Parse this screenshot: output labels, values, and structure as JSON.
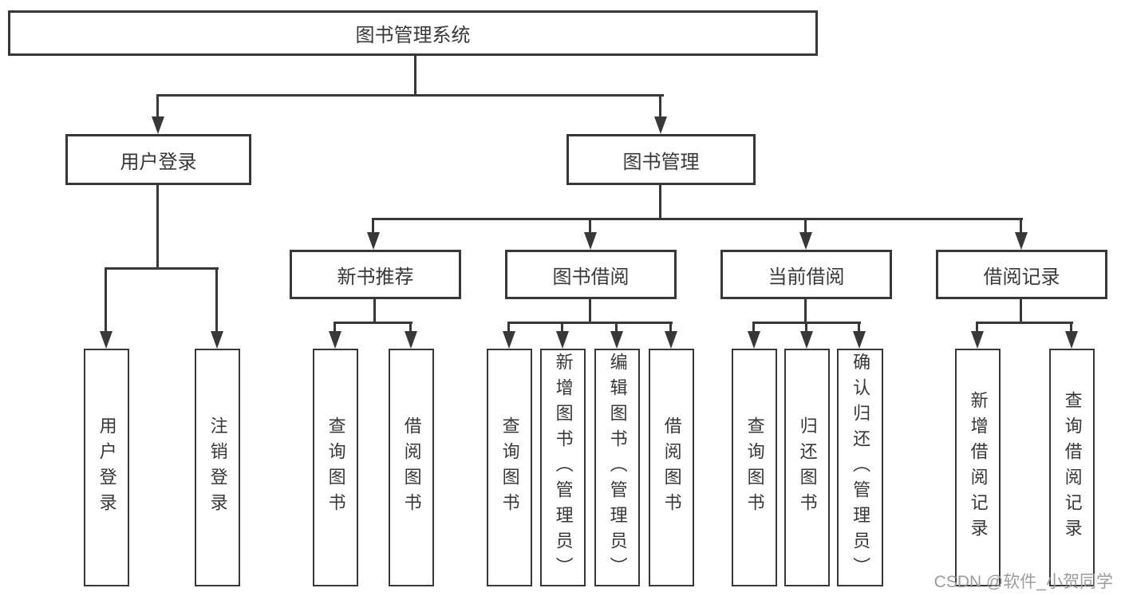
{
  "colors": {
    "line": "#383838",
    "box_border": "#383838",
    "text": "#383838",
    "background": "#ffffff",
    "watermark": "#9c9c9c"
  },
  "tree": {
    "label": "图书管理系统",
    "children": [
      {
        "label": "用户登录",
        "children": [
          {
            "label": "用户登录"
          },
          {
            "label": "注销登录"
          }
        ]
      },
      {
        "label": "图书管理",
        "children": [
          {
            "label": "新书推荐",
            "children": [
              {
                "label": "查询图书"
              },
              {
                "label": "借阅图书"
              }
            ]
          },
          {
            "label": "图书借阅",
            "children": [
              {
                "label": "查询图书"
              },
              {
                "label": "新增图书（管理员）"
              },
              {
                "label": "编辑图书（管理员）"
              },
              {
                "label": "借阅图书"
              }
            ]
          },
          {
            "label": "当前借阅",
            "children": [
              {
                "label": "查询图书"
              },
              {
                "label": "归还图书"
              },
              {
                "label": "确认归还（管理员）"
              }
            ]
          },
          {
            "label": "借阅记录",
            "children": [
              {
                "label": "新增借阅记录"
              },
              {
                "label": "查询借阅记录"
              }
            ]
          }
        ]
      }
    ]
  },
  "watermark": {
    "text": "CSDN @软件_小贺同学"
  }
}
